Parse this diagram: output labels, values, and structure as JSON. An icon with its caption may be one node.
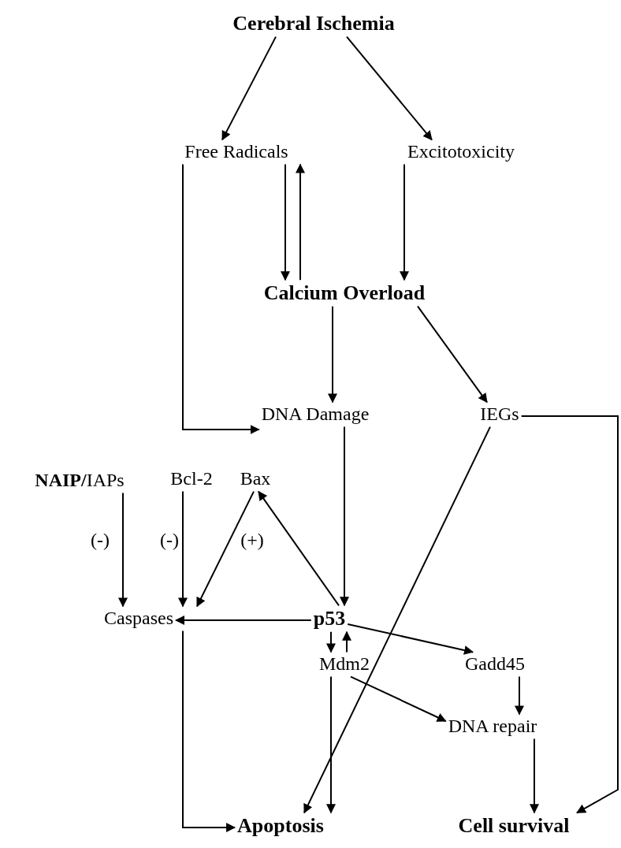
{
  "diagram": {
    "nodes": [
      {
        "text": [
          "Cerebral Ischemia"
        ]
      },
      {
        "text": [
          "Free Radicals"
        ]
      },
      {
        "text": [
          "Excitotoxicity"
        ]
      },
      {
        "text": [
          "Calcium Overload"
        ]
      },
      {
        "text": [
          "DNA Damage"
        ]
      },
      {
        "text": [
          "IEGs"
        ]
      },
      {
        "text": [
          "**NAIP/**IAPs"
        ]
      },
      {
        "text": [
          "Bcl-2"
        ]
      },
      {
        "text": [
          "Bax"
        ]
      },
      {
        "text": [
          "Caspases"
        ]
      },
      {
        "text": [
          "p53"
        ]
      },
      {
        "text": [
          "Mdm2"
        ]
      },
      {
        "text": [
          "Gadd45"
        ]
      },
      {
        "text": [
          "DNA repair"
        ]
      },
      {
        "text": [
          "Apoptosis"
        ]
      },
      {
        "text": [
          "Cell survival"
        ]
      }
    ],
    "edges": [
      {
        "from": 0,
        "to": 1,
        "arrow": "to"
      },
      {
        "from": 0,
        "to": 2,
        "arrow": "to"
      },
      {
        "from": 1,
        "to": 3,
        "arrow": "to"
      },
      {
        "from": 3,
        "to": 1,
        "arrow": "to"
      },
      {
        "from": 2,
        "to": 3,
        "arrow": "to"
      },
      {
        "from": 1,
        "to": 4,
        "arrow": "to"
      },
      {
        "from": 3,
        "to": 4,
        "arrow": "to"
      },
      {
        "from": 3,
        "to": 5,
        "arrow": "to"
      },
      {
        "from": 5,
        "to": 15,
        "arrow": "to"
      },
      {
        "from": 5,
        "to": 14,
        "arrow": "to"
      },
      {
        "from": 4,
        "to": 10,
        "arrow": "to"
      },
      {
        "from": 6,
        "to": 9,
        "arrow": "to",
        "label": "(-)"
      },
      {
        "from": 7,
        "to": 9,
        "arrow": "to",
        "label": "(-)"
      },
      {
        "from": 8,
        "to": 9,
        "arrow": "to",
        "label": "(+)"
      },
      {
        "from": 10,
        "to": 8,
        "arrow": "to"
      },
      {
        "from": 10,
        "to": 9,
        "arrow": "to"
      },
      {
        "from": 10,
        "to": 11,
        "arrow": "to"
      },
      {
        "from": 11,
        "to": 10,
        "arrow": "to"
      },
      {
        "from": 10,
        "to": 12,
        "arrow": "to"
      },
      {
        "from": 11,
        "to": 14,
        "arrow": "to"
      },
      {
        "from": 11,
        "to": 13,
        "arrow": "to"
      },
      {
        "from": 12,
        "to": 13,
        "arrow": "to"
      },
      {
        "from": 13,
        "to": 15,
        "arrow": "to"
      },
      {
        "from": 9,
        "to": 14,
        "arrow": "to"
      }
    ]
  }
}
